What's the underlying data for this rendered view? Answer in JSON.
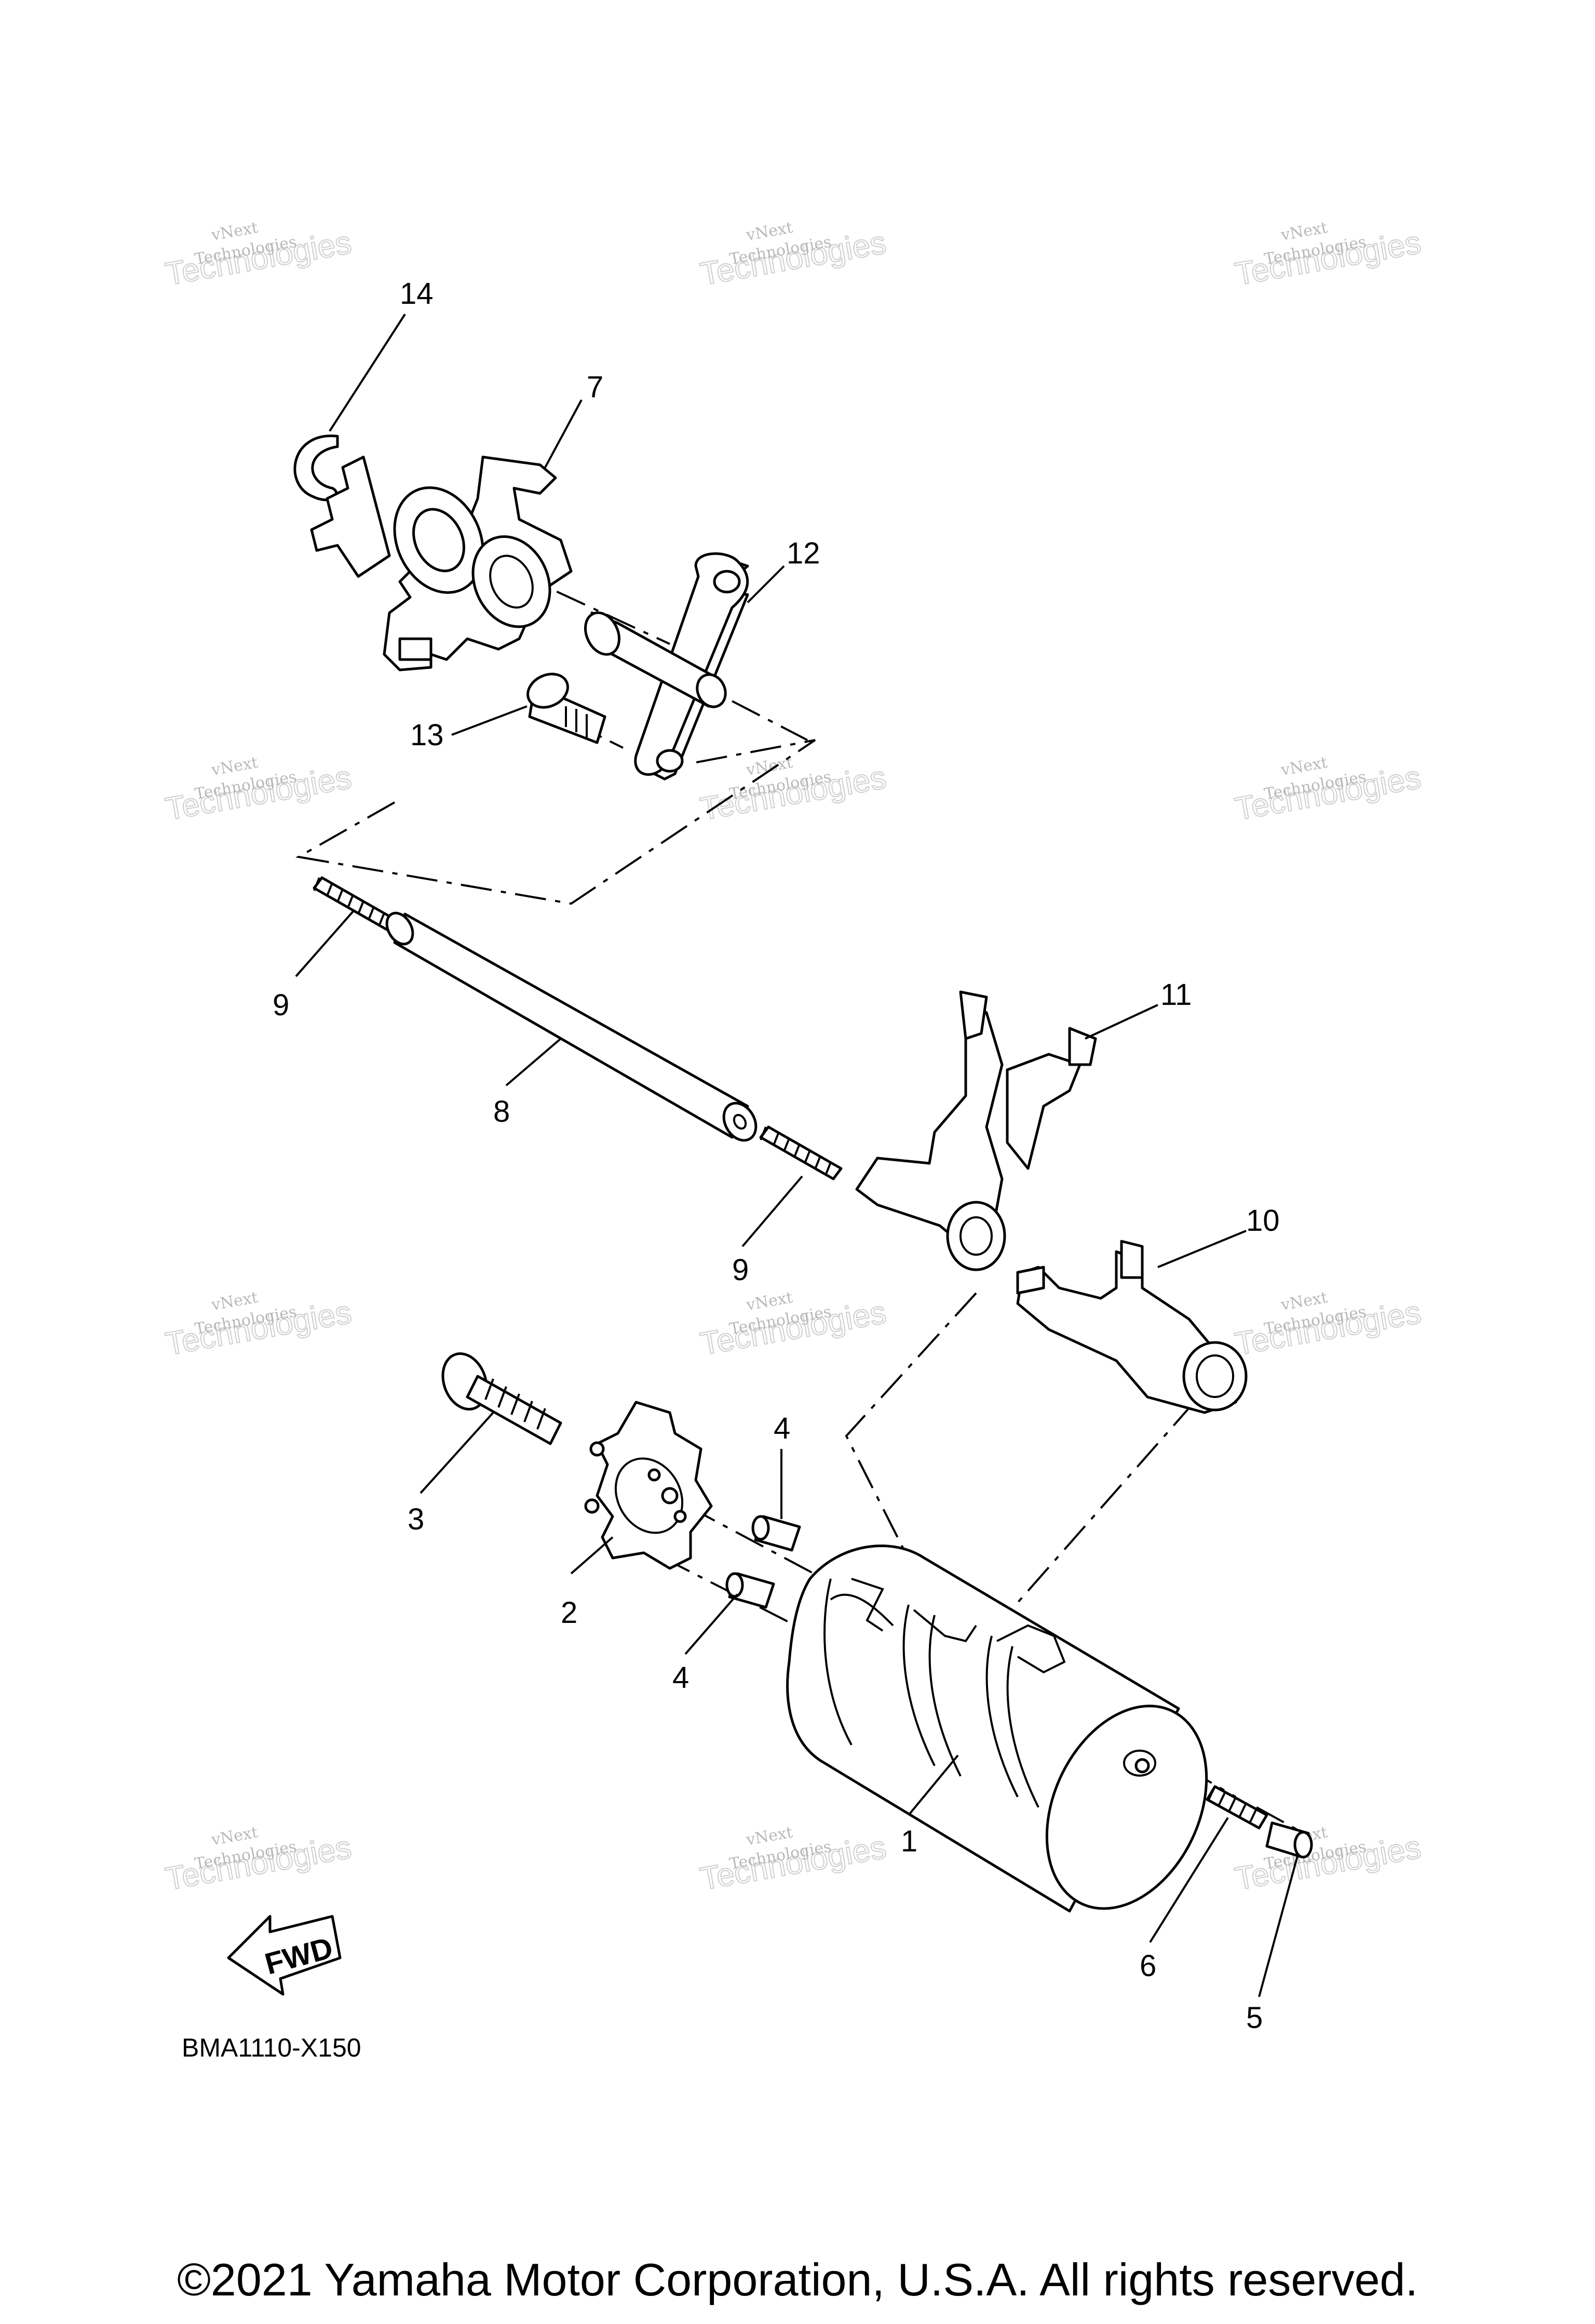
{
  "diagram": {
    "callouts": [
      "14",
      "7",
      "12",
      "13",
      "9",
      "8",
      "9",
      "11",
      "10",
      "3",
      "4",
      "2",
      "4",
      "1",
      "6",
      "5"
    ],
    "drawing_code": "BMA1110-X150",
    "fwd_label": "FWD",
    "copyright": "©2021 Yamaha Motor Corporation, U.S.A. All rights reserved.",
    "watermark": {
      "line1": "vNext",
      "line2": "Technologies",
      "big": "Technologies"
    }
  }
}
